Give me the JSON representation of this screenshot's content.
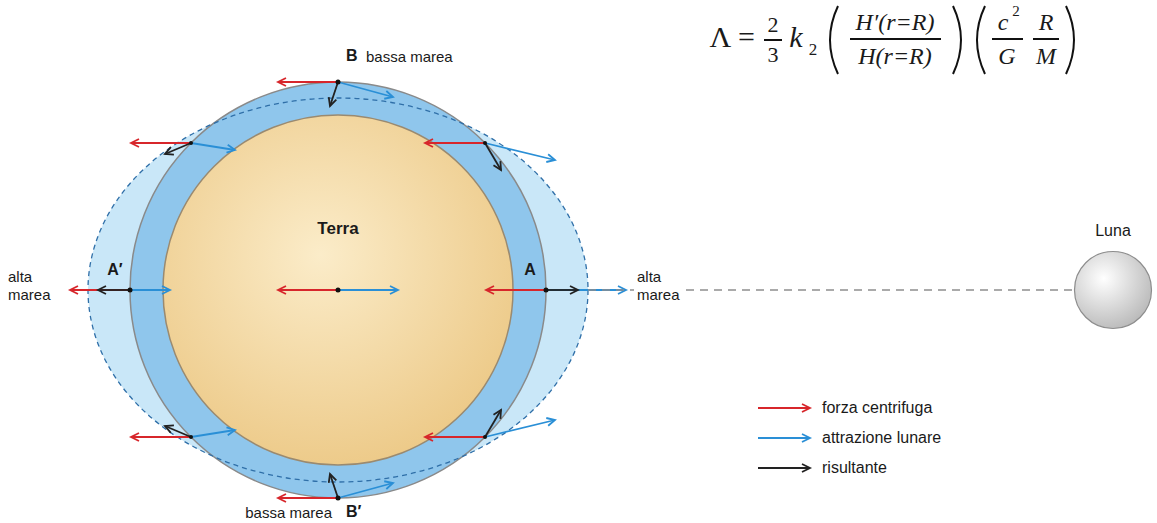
{
  "diagram": {
    "nodes": [
      {
        "text": [
          "Terra"
        ]
      },
      {
        "text": [
          "Luna"
        ]
      }
    ],
    "edges": [
      {
        "from": 0,
        "to": 1,
        "arrow": "none"
      }
    ],
    "labels": [
      "Λ =",
      "2",
      "3",
      "k",
      "2",
      "H′(r=R)",
      "H(r=R)",
      "c",
      "2",
      "G",
      "R",
      "M",
      "B",
      "bassa marea",
      "alta marea",
      "A′",
      "A",
      "alta marea",
      "bassa marea",
      "B′"
    ],
    "legend": [
      {
        "text": "forza centrifuga"
      },
      {
        "text": "attrazione lunare"
      },
      {
        "text": "risultante"
      }
    ]
  }
}
